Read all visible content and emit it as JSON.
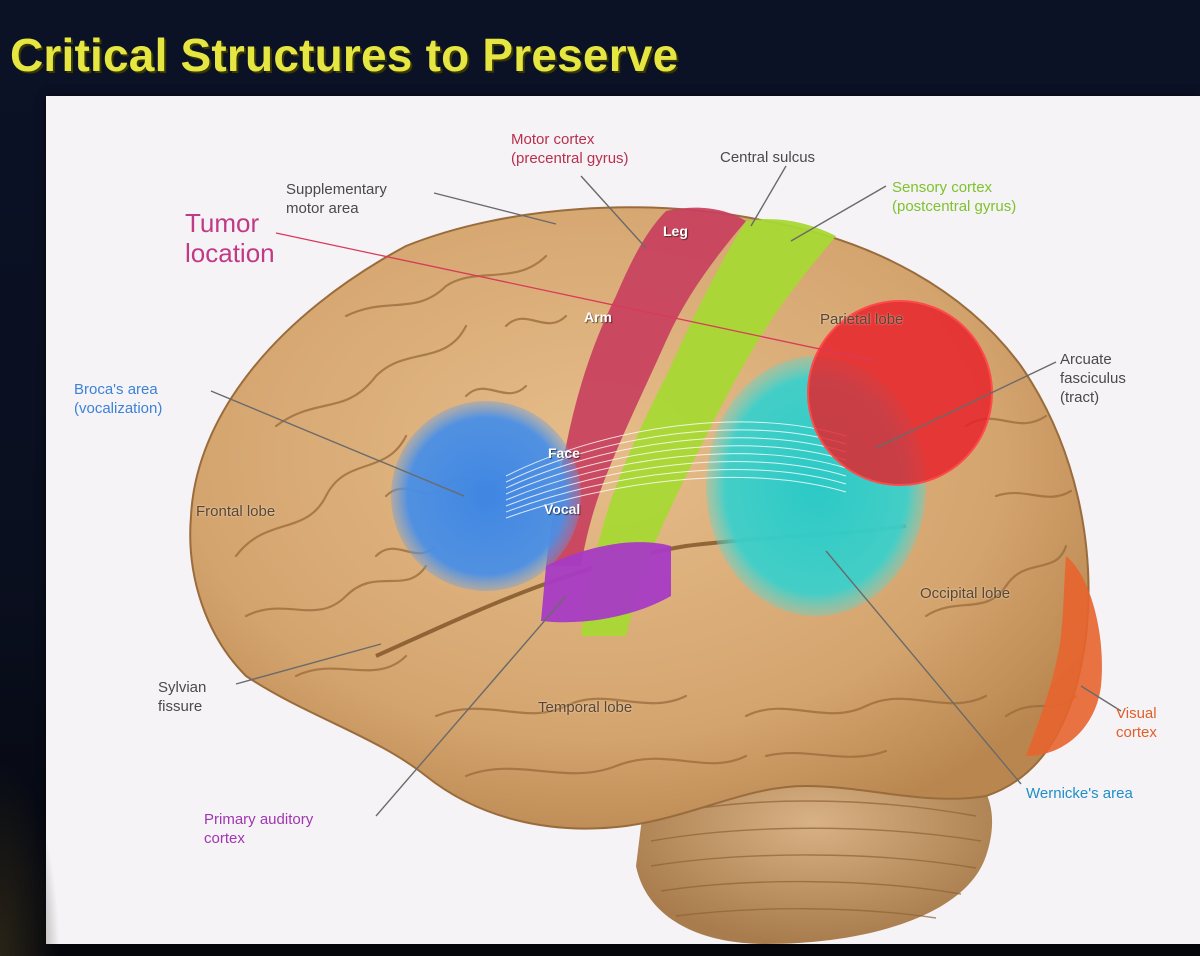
{
  "slide": {
    "title": "Critical Structures to Preserve"
  },
  "labels": {
    "motor_cortex": "Motor cortex\n(precentral gyrus)",
    "central_sulcus": "Central sulcus",
    "sensory_cortex": "Sensory cortex\n(postcentral gyrus)",
    "supplementary_motor": "Supplementary\nmotor area",
    "tumor_location": "Tumor\nlocation",
    "leg": "Leg",
    "arm": "Arm",
    "face": "Face",
    "vocal": "Vocal",
    "parietal_lobe": "Parietal lobe",
    "arcuate_fasciculus": "Arcuate\nfasciculus\n(tract)",
    "broca_area": "Broca's area\n(vocalization)",
    "frontal_lobe": "Frontal lobe",
    "occipital_lobe": "Occipital lobe",
    "sylvian_fissure": "Sylvian\nfissure",
    "temporal_lobe": "Temporal lobe",
    "visual_cortex": "Visual\ncortex",
    "wernicke_area": "Wernicke's area",
    "primary_auditory": "Primary auditory\ncortex"
  },
  "colors": {
    "title": "#e6e642",
    "motor": "#c8405e",
    "sensory": "#a8d834",
    "broca": "#3c86e0",
    "auditory": "#a63bc4",
    "wernicke": "#2cc8c8",
    "visual": "#e8642e",
    "tumor": "#e81e28",
    "brain": "#d9ad78"
  }
}
